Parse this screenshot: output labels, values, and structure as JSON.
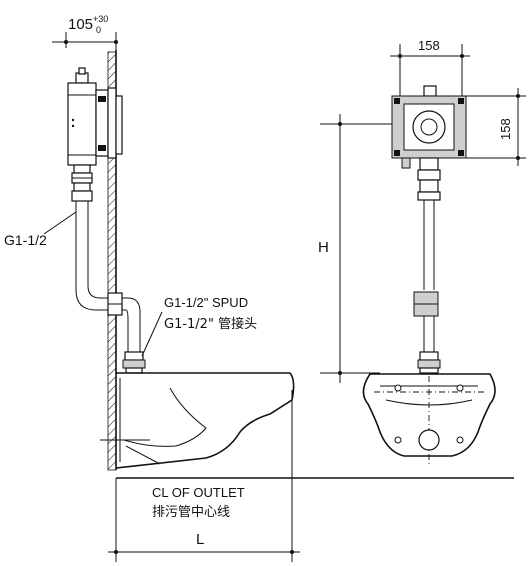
{
  "dimensions": {
    "wall_offset": "105",
    "tol_plus": "+30",
    "tol_minus": "0",
    "valve_width": "158",
    "valve_height": "158",
    "height_label": "H",
    "length_label": "L"
  },
  "labels": {
    "pipe_size": "G1-1/2",
    "spud_en": "G1-1/2\" SPUD",
    "spud_cn": "G1-1/2\" 管接头",
    "outlet_en": "CL OF OUTLET",
    "outlet_cn": "排污管中心线"
  },
  "colors": {
    "line": "#111111",
    "fill": "#ffffff",
    "accent_gray": "#cfcfcf"
  }
}
